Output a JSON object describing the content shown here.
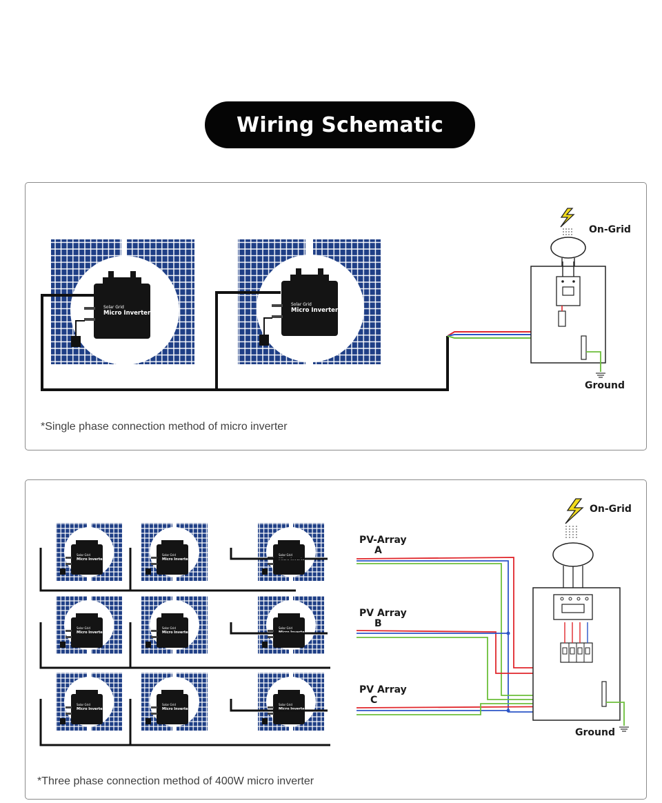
{
  "title": "Wiring Schematic",
  "panel1": {
    "caption": "*Single phase connection method of micro inverter",
    "grid_label": "On-Grid",
    "ground_label": "Ground"
  },
  "panel2": {
    "caption": "*Three phase connection method of 400W micro inverter",
    "grid_label": "On-Grid",
    "ground_label": "Ground",
    "arrays": [
      {
        "line1": "PV-Array",
        "line2": "A"
      },
      {
        "line1": "PV Array",
        "line2": "B"
      },
      {
        "line1": "PV Array",
        "line2": "C"
      }
    ]
  },
  "inverter": {
    "brand": "Solar Grid",
    "model": "Micro Inverter"
  },
  "colors": {
    "panel": "#1f3f86",
    "wire_red": "#e0262b",
    "wire_blue": "#2b55c8",
    "wire_green": "#6cbf3a",
    "bolt": "#f2dc1c"
  }
}
